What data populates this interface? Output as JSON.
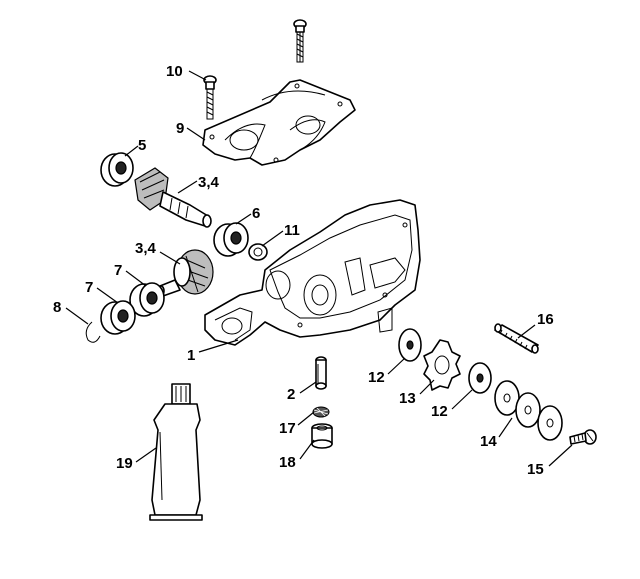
{
  "callouts": [
    {
      "id": "10",
      "text": "10"
    },
    {
      "id": "9",
      "text": "9"
    },
    {
      "id": "5",
      "text": "5"
    },
    {
      "id": "3-4-upper",
      "text": "3,4"
    },
    {
      "id": "6",
      "text": "6"
    },
    {
      "id": "11",
      "text": "11"
    },
    {
      "id": "3-4-lower",
      "text": "3,4"
    },
    {
      "id": "7-upper",
      "text": "7"
    },
    {
      "id": "7-lower",
      "text": "7"
    },
    {
      "id": "8",
      "text": "8"
    },
    {
      "id": "1",
      "text": "1"
    },
    {
      "id": "2",
      "text": "2"
    },
    {
      "id": "17",
      "text": "17"
    },
    {
      "id": "18",
      "text": "18"
    },
    {
      "id": "19",
      "text": "19"
    },
    {
      "id": "16",
      "text": "16"
    },
    {
      "id": "12-left",
      "text": "12"
    },
    {
      "id": "13",
      "text": "13"
    },
    {
      "id": "12-right",
      "text": "12"
    },
    {
      "id": "14",
      "text": "14"
    },
    {
      "id": "15",
      "text": "15"
    }
  ]
}
